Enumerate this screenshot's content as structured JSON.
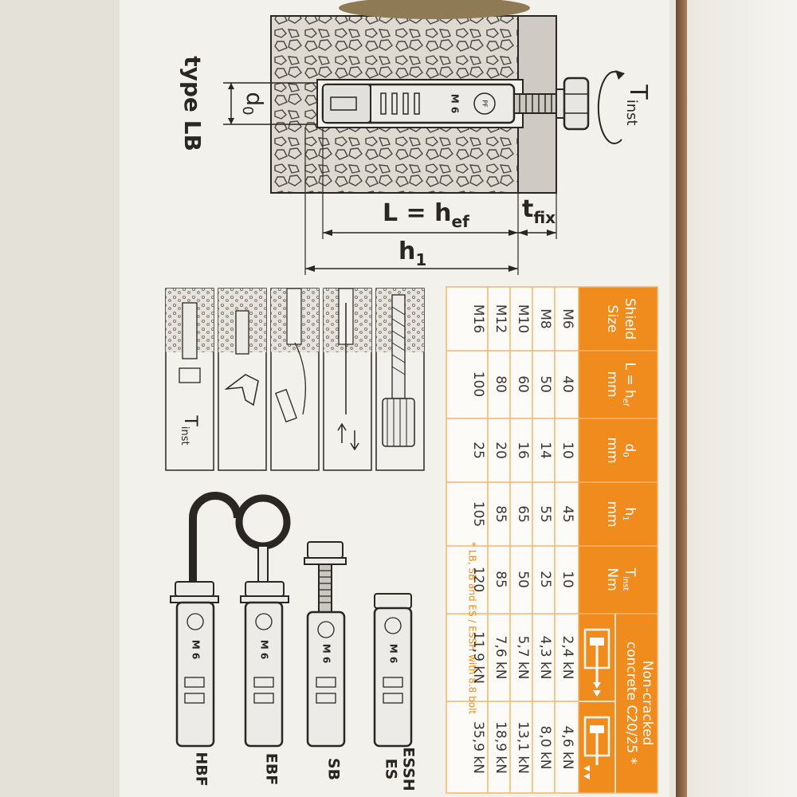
{
  "diagram": {
    "type_label": "type LB",
    "d0": "d",
    "d0_sub": "0",
    "torque": "T",
    "torque_sub": "inst",
    "embed": "L = h",
    "embed_sub": "ef",
    "tfix": "t",
    "tfix_sub": "fix",
    "h1": "h",
    "h1_sub": "1",
    "anchor_mark": "M 6",
    "logo": "PF"
  },
  "install_steps": {
    "torque": "T",
    "torque_sub": "inst"
  },
  "variants": [
    {
      "code": "HBF",
      "mark": "M 6"
    },
    {
      "code": "EBF",
      "mark": "M 6"
    },
    {
      "code": "SB",
      "mark": "M 6"
    },
    {
      "code": "ES",
      "code2": "ESSH",
      "mark": "M 6"
    }
  ],
  "table": {
    "headers": {
      "size": [
        "Shield",
        "Size"
      ],
      "embed": {
        "main": "L = h",
        "sub": "ef",
        "unit": "mm"
      },
      "d0": {
        "main": "d",
        "sub": "0",
        "unit": "mm"
      },
      "h1": {
        "main": "h",
        "sub": "1",
        "unit": "mm"
      },
      "tinst": {
        "main": "T",
        "sub": "inst",
        "unit": "Nm"
      },
      "load_group": [
        "Non-cracked",
        "concrete C20/25 *"
      ]
    },
    "rows": [
      {
        "size": "M6",
        "embed": "40",
        "d0": "10",
        "h1": "45",
        "tinst": "10",
        "tension": "2,4 kN",
        "shear": "4,6 kN"
      },
      {
        "size": "M8",
        "embed": "50",
        "d0": "14",
        "h1": "55",
        "tinst": "25",
        "tension": "4,3 kN",
        "shear": "8,0 kN"
      },
      {
        "size": "M10",
        "embed": "60",
        "d0": "16",
        "h1": "65",
        "tinst": "50",
        "tension": "5,7 kN",
        "shear": "13,1 kN"
      },
      {
        "size": "M12",
        "embed": "80",
        "d0": "20",
        "h1": "85",
        "tinst": "85",
        "tension": "7,6 kN",
        "shear": "18,9 kN"
      },
      {
        "size": "M16",
        "embed": "100",
        "d0": "25",
        "h1": "105",
        "tinst": "120",
        "tension": "11,9 kN",
        "shear": "35,9 kN"
      }
    ],
    "footnote": "* LB, SB and ES / ESSH with 8.8 bolt"
  },
  "colors": {
    "orange": "#f08b1e",
    "ink": "#2a2624",
    "concrete": "#dcd8cf",
    "grid": "#f3b46c"
  }
}
